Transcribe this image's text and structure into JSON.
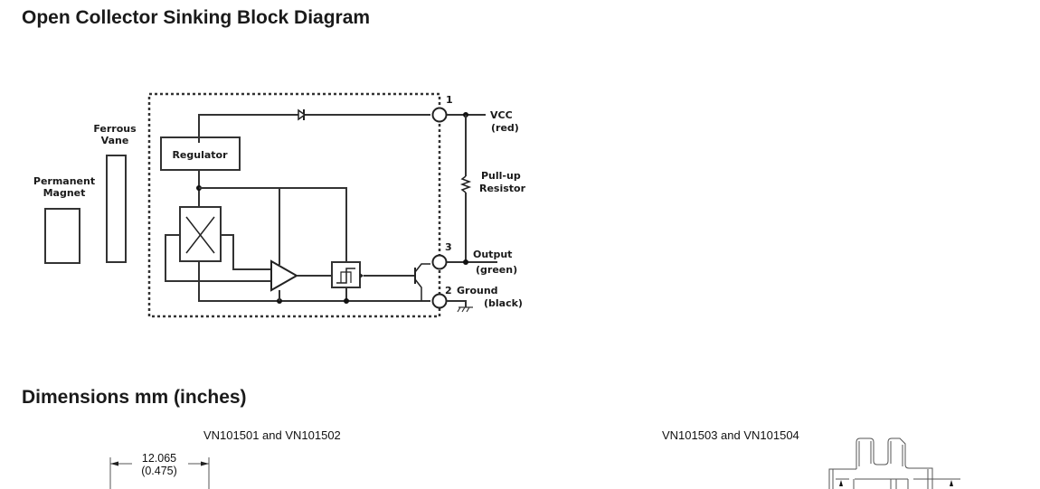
{
  "sections": {
    "block_diagram_title": "Open Collector Sinking Block Diagram",
    "dimensions_title": "Dimensions mm (inches)"
  },
  "block_diagram": {
    "labels": {
      "ferrous_vane_line1": "Ferrous",
      "ferrous_vane_line2": "Vane",
      "magnet_line1": "Permanent",
      "magnet_line2": "Magnet",
      "regulator": "Regulator",
      "pullup_line1": "Pull-up",
      "pullup_line2": "Resistor"
    },
    "pins": [
      {
        "number": "1",
        "name": "VCC",
        "wire": "(red)"
      },
      {
        "number": "3",
        "name": "Output",
        "wire": "(green)"
      },
      {
        "number": "2",
        "name": "Ground",
        "wire": "(black)"
      }
    ]
  },
  "dimensions": {
    "left_caption": "VN101501 and VN101502",
    "right_caption": "VN101503 and VN101504",
    "width_mm": "12.065",
    "width_in": "(0.475)"
  }
}
